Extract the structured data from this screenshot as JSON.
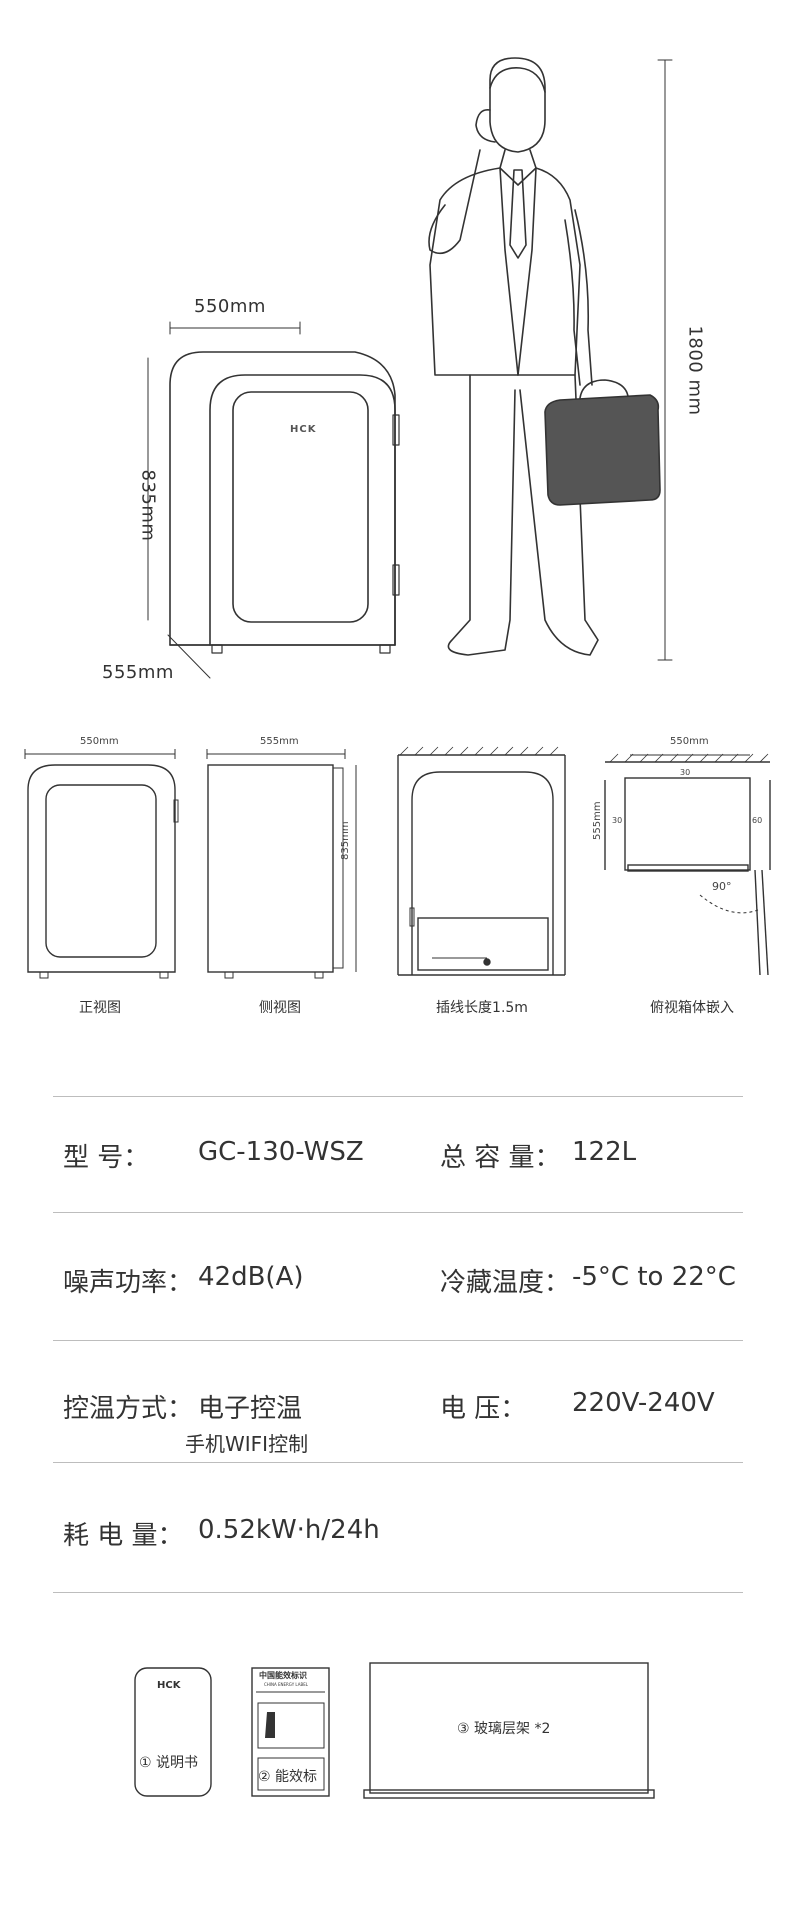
{
  "dimensions": {
    "width_top": "550mm",
    "height": "835mm",
    "depth": "555mm",
    "person_height": "1800 mm",
    "brand": "HCK"
  },
  "views": {
    "front": {
      "width": "550mm",
      "caption": "正视图"
    },
    "side": {
      "width": "555mm",
      "height": "835mm",
      "caption": "侧视图"
    },
    "wall": {
      "caption": "插线长度1.5m"
    },
    "top": {
      "width": "550mm",
      "depth": "555mm",
      "gap_top": "30",
      "gap_left": "30",
      "gap_right": "60",
      "angle": "90°",
      "caption": "俯视箱体嵌入"
    }
  },
  "specs": {
    "model_label": "型        号：",
    "model_value": "GC-130-WSZ",
    "capacity_label": "总 容 量：",
    "capacity_value": "122L",
    "noise_label": "噪声功率：",
    "noise_value": "42dB(A)",
    "temp_label": "冷藏温度：",
    "temp_value": "-5°C to 22°C",
    "control_label": "控温方式：",
    "control_value": "电子控温",
    "control_sub": "手机WIFI控制",
    "voltage_label": "电        压：",
    "voltage_value": "220V-240V",
    "energy_label": "耗 电 量：",
    "energy_value": "0.52kW·h/24h"
  },
  "accessories": {
    "manual_brand": "HCK",
    "manual": "① 说明书",
    "label_header": "中国能效标识",
    "label_sub": "CHINA ENERGY LABEL",
    "energy_label": "② 能效标",
    "shelf": "③ 玻璃层架 *2"
  }
}
